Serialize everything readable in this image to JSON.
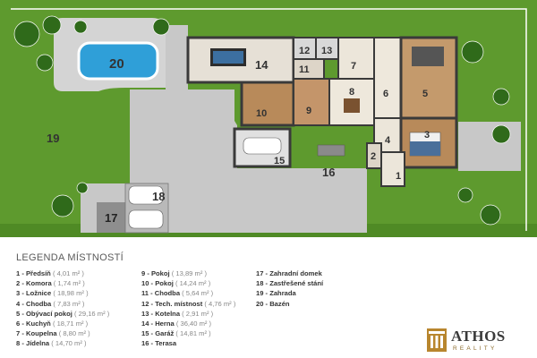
{
  "rooms": {
    "r1": "1",
    "r2": "2",
    "r3": "3",
    "r4": "4",
    "r5": "5",
    "r6": "6",
    "r7": "7",
    "r8": "8",
    "r9": "9",
    "r10": "10",
    "r11": "11",
    "r12": "12",
    "r13": "13",
    "r14": "14",
    "r15": "15",
    "r16": "16",
    "r17": "17",
    "r18": "18",
    "r19": "19",
    "r20": "20"
  },
  "legend": {
    "title": "LEGENDA MÍSTNOSTÍ",
    "col1": [
      {
        "name": "1 - Předsíň",
        "area": "( 4,01 m² )"
      },
      {
        "name": "2 - Komora",
        "area": "( 1,74 m² )"
      },
      {
        "name": "3 - Ložnice",
        "area": "( 18,98 m² )"
      },
      {
        "name": "4 - Chodba",
        "area": "( 7,83 m² )"
      },
      {
        "name": "5 - Obývací pokoj",
        "area": "( 29,16 m² )"
      },
      {
        "name": "6 - Kuchyň",
        "area": "( 18,71 m² )"
      },
      {
        "name": "7 - Koupelna",
        "area": "( 8,80 m² )"
      },
      {
        "name": "8 - Jídelna",
        "area": "( 14,70 m² )"
      }
    ],
    "col2": [
      {
        "name": "9 - Pokoj",
        "area": "( 13,89 m² )"
      },
      {
        "name": "10 - Pokoj",
        "area": "( 14,24 m² )"
      },
      {
        "name": "11 - Chodba",
        "area": "( 5,64 m² )"
      },
      {
        "name": "12 - Tech. místnost",
        "area": "( 4,76 m² )"
      },
      {
        "name": "13 - Kotelna",
        "area": "( 2,91 m² )"
      },
      {
        "name": "14 - Herna",
        "area": "( 36,40 m² )"
      },
      {
        "name": "15 - Garáž",
        "area": "( 14,81 m² )"
      },
      {
        "name": "16 - Terasa",
        "area": ""
      }
    ],
    "col3": [
      {
        "name": "17 - Zahradní domek",
        "area": ""
      },
      {
        "name": "18 - Zastřešené stání",
        "area": ""
      },
      {
        "name": "19 - Zahrada",
        "area": ""
      },
      {
        "name": "20 - Bazén",
        "area": ""
      }
    ]
  },
  "logo": {
    "name": "ATHOS",
    "sub": "REALITY",
    "icon": "column-building-icon"
  },
  "colors": {
    "grass": "#5e9a2e",
    "paving": "#c8c8c8",
    "pool_water": "#2f9fd8",
    "wall": "#3a3a3a",
    "floor": "#e8dcc8",
    "wood_floor": "#b88a5a",
    "logo_gold": "#b8862e"
  }
}
